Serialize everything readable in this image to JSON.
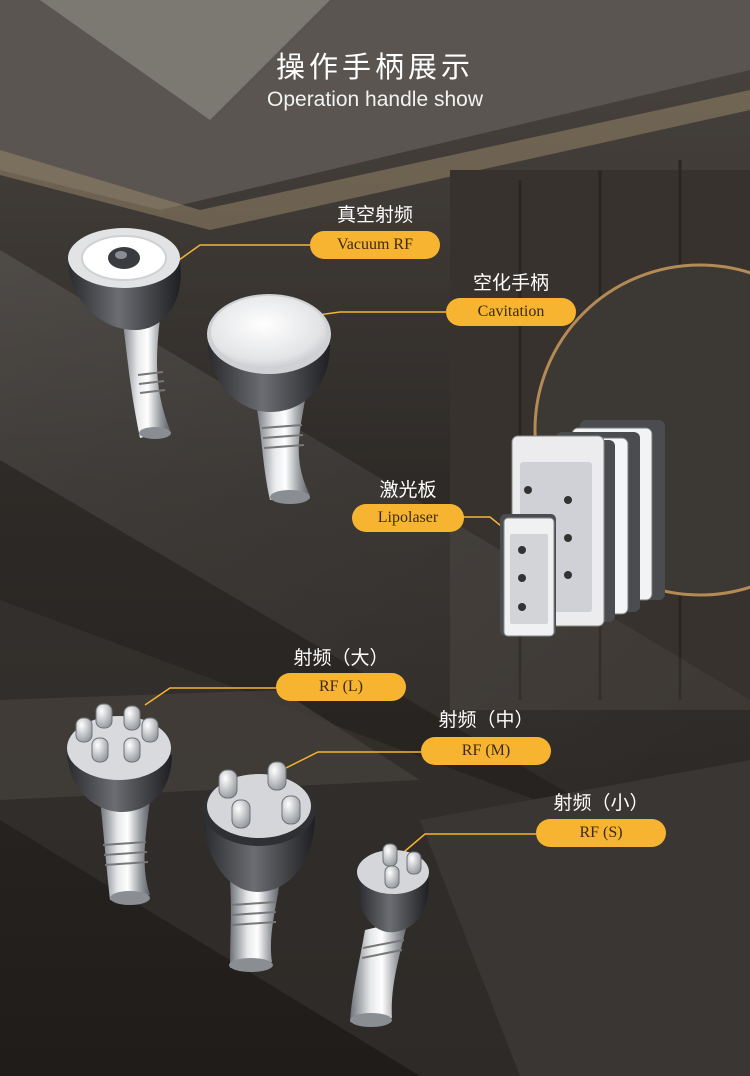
{
  "header": {
    "title_zh": "操作手柄展示",
    "title_en": "Operation handle show"
  },
  "handles": [
    {
      "name_zh": "真空射频",
      "name_en": "Vacuum RF"
    },
    {
      "name_zh": "空化手柄",
      "name_en": "Cavitation"
    },
    {
      "name_zh": "激光板",
      "name_en": "Lipolaser"
    },
    {
      "name_zh": "射频（大）",
      "name_en": "RF (L)"
    },
    {
      "name_zh": "射频（中）",
      "name_en": "RF (M)"
    },
    {
      "name_zh": "射频（小）",
      "name_en": "RF (S)"
    }
  ],
  "colors": {
    "accent": "#f6b431",
    "background": "#2a2623",
    "text": "#ffffff"
  }
}
